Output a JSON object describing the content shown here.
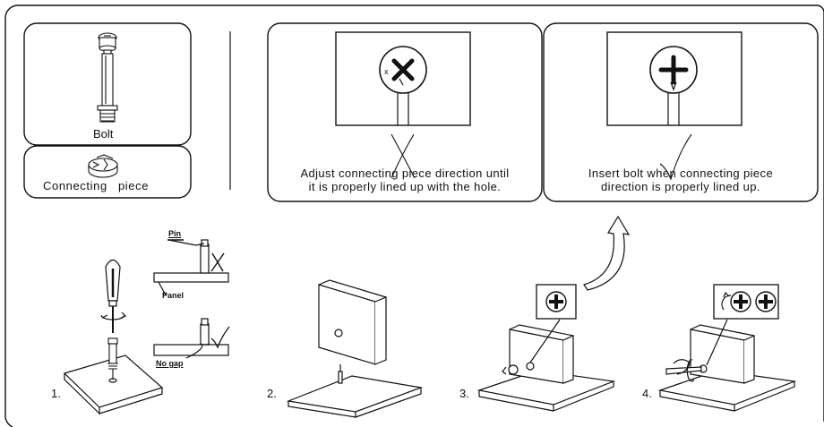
{
  "parts": {
    "bolt_label": "Bolt",
    "connecting_piece_label": "Connecting piece"
  },
  "panels": [
    {
      "caption": "Adjust connecting piece direction until\nit is properly lined up with the hole.",
      "marker_symbol": "X",
      "marker_meaning": "incorrect"
    },
    {
      "caption": "Insert bolt when connecting piece\ndirection is properly lined up.",
      "marker_symbol": "✓",
      "marker_meaning": "correct"
    }
  ],
  "step1": {
    "number": "1.",
    "pin_label": "Pin",
    "panel_label": "Panel",
    "no_gap_label": "No gap"
  },
  "step2": {
    "number": "2."
  },
  "step3": {
    "number": "3."
  },
  "step4": {
    "number": "4."
  }
}
